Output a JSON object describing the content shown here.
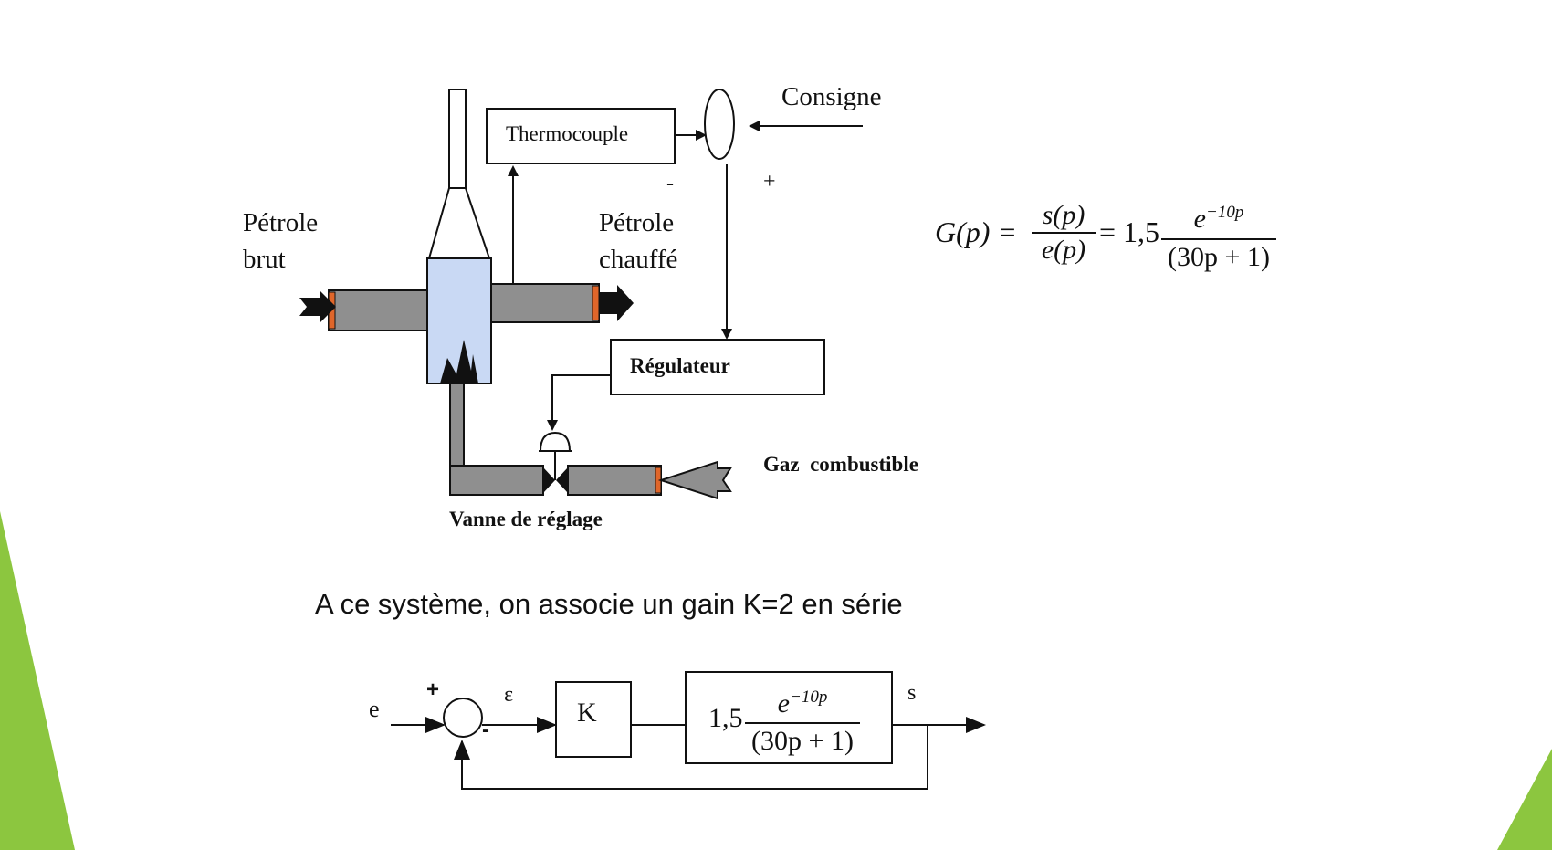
{
  "colors": {
    "accent_green": "#8cc63f",
    "pipe_gray": "#8f8f8f",
    "tank_blue": "#c9d9f4",
    "flange_orange": "#e0662a"
  },
  "process": {
    "thermocouple": "Thermocouple",
    "consigne": "Consigne",
    "minus": "-",
    "plus": "+",
    "petrole_brut_line1": "Pétrole",
    "petrole_brut_line2": "brut",
    "petrole_chauffe_line1": "Pétrole",
    "petrole_chauffe_line2": "chauffé",
    "regulateur": "Régulateur",
    "gaz": "Gaz  combustible",
    "vanne": "Vanne de réglage"
  },
  "transfer_function": {
    "lhs": "G(p) =",
    "num": "s(p)",
    "den": "e(p)",
    "eq_gain": "= 1,5",
    "exp_base": "e",
    "exp_power": "−10p",
    "den2": "(30p + 1)"
  },
  "sentence": "A ce système, on associe un gain K=2 en série",
  "block": {
    "input": "e",
    "plus": "+",
    "minus": "-",
    "epsilon": "ε",
    "gain": "K",
    "tf_gain": "1,5",
    "tf_exp_base": "e",
    "tf_exp_power": "−10p",
    "tf_den": "(30p + 1)",
    "output": "s"
  }
}
